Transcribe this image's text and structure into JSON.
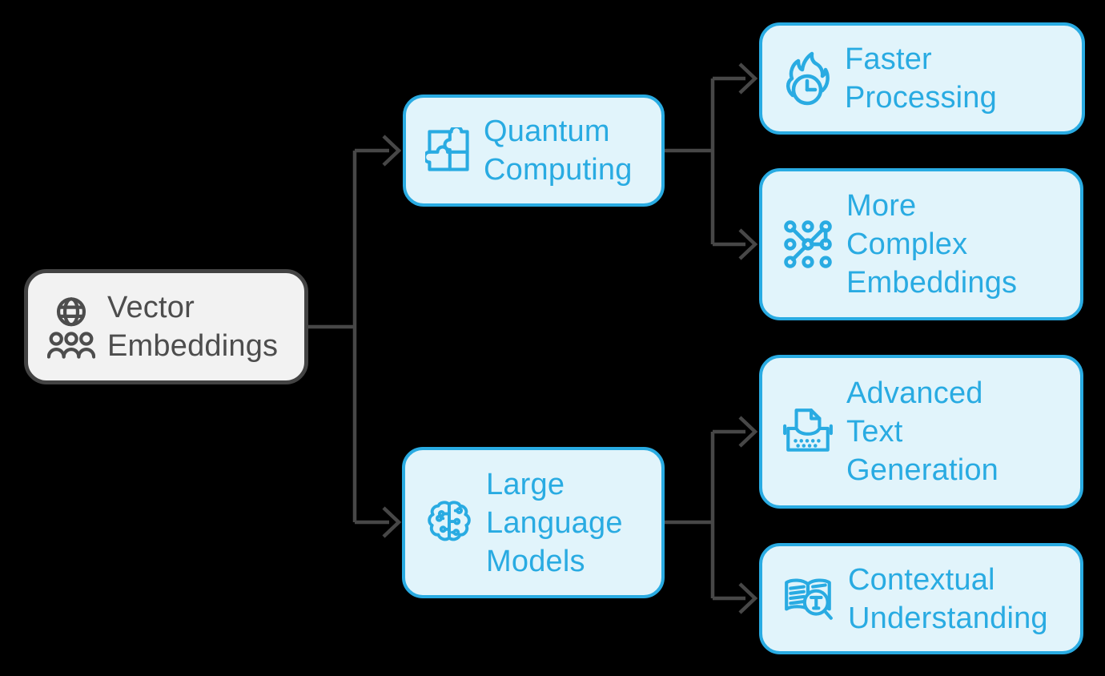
{
  "diagram": {
    "title": "Vector Embeddings mind map",
    "background": "#000000",
    "colors": {
      "accent": "#29abe2",
      "node_fill": "#e1f4fb",
      "root_fill": "#f2f2f2",
      "root_border": "#434343",
      "root_text": "#4d4d4d",
      "connector": "#474747"
    },
    "root": {
      "label": "Vector\nEmbeddings",
      "icon": "globe-users-icon"
    },
    "branches": [
      {
        "label": "Quantum\nComputing",
        "icon": "puzzle-icon",
        "children": [
          {
            "label": "Faster\nProcessing",
            "icon": "flame-clock-icon"
          },
          {
            "label": "More\nComplex\nEmbeddings",
            "icon": "network-graph-icon"
          }
        ]
      },
      {
        "label": "Large\nLanguage\nModels",
        "icon": "brain-circuit-icon",
        "children": [
          {
            "label": "Advanced\nText\nGeneration",
            "icon": "typewriter-icon"
          },
          {
            "label": "Contextual\nUnderstanding",
            "icon": "book-search-icon"
          }
        ]
      }
    ]
  }
}
